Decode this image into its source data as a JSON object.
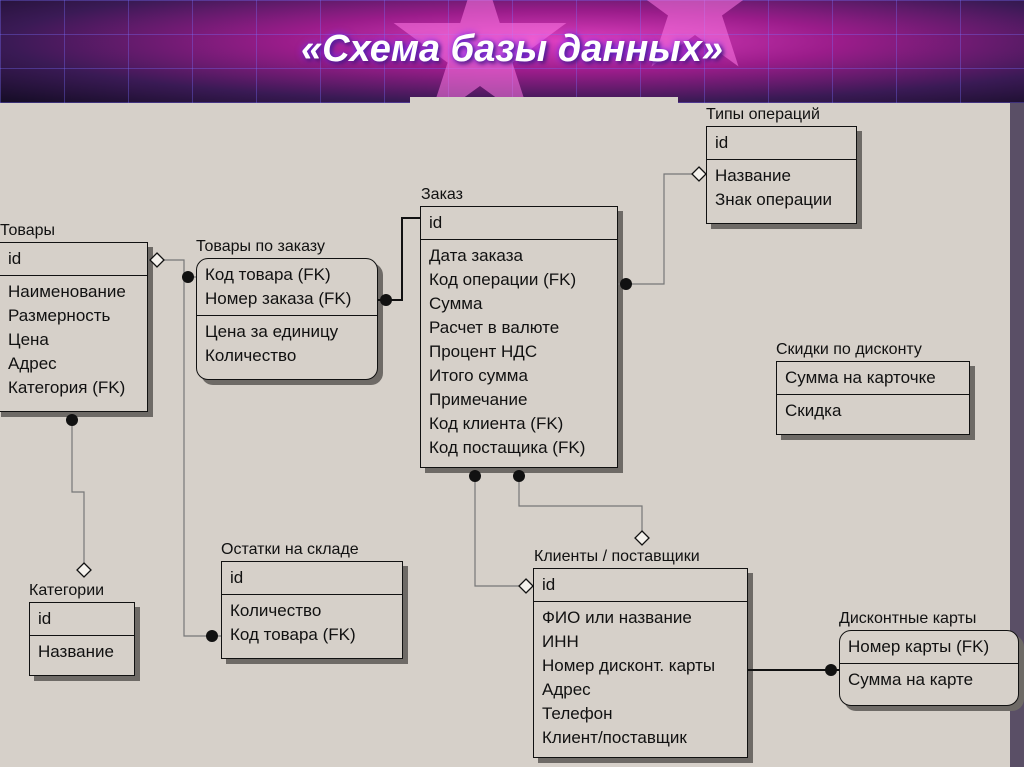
{
  "title": "«Схема базы данных»",
  "entities": {
    "tovary": {
      "name": "Товары",
      "pk": "id",
      "attrs": [
        "Наименование",
        "Размерность",
        "Цена",
        "Адрес",
        "Категория (FK)"
      ]
    },
    "tovary_po_zakazu": {
      "name": "Товары по заказу",
      "pk_rows": [
        "Код товара (FK)",
        "Номер заказа (FK)"
      ],
      "attrs": [
        "Цена за единицу",
        "Количество"
      ]
    },
    "zakaz": {
      "name": "Заказ",
      "pk": "id",
      "attrs": [
        "Дата заказа",
        "Код операции (FK)",
        "Сумма",
        "Расчет в валюте",
        "Процент НДС",
        "Итого сумма",
        "Примечание",
        "Код клиента (FK)",
        "Код постащика (FK)"
      ]
    },
    "tipy_operaciy": {
      "name": "Типы операций",
      "pk": "id",
      "attrs": [
        "Название",
        "Знак операции"
      ]
    },
    "skidki": {
      "name": "Скидки по дисконту",
      "pk": "Сумма на карточке",
      "attrs": [
        "Скидка"
      ]
    },
    "kategorii": {
      "name": "Категории",
      "pk": "id",
      "attrs": [
        "Название"
      ]
    },
    "ostatki": {
      "name": "Остатки на складе",
      "pk": "id",
      "attrs": [
        "Количество",
        "Код товара (FK)"
      ]
    },
    "klienty": {
      "name": "Клиенты / поставщики",
      "pk": "id",
      "attrs": [
        "ФИО или название",
        "ИНН",
        "Номер дисконт. карты",
        "Адрес",
        "Телефон",
        "Клиент/поставщик"
      ]
    },
    "diskontnye_karty": {
      "name": "Дисконтные карты",
      "pk": "Номер карты (FK)",
      "attrs": [
        "Сумма на карте"
      ]
    }
  }
}
